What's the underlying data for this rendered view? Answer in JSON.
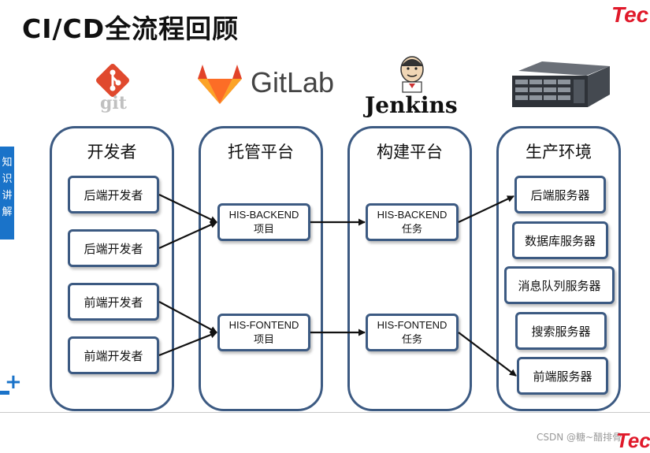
{
  "slide": {
    "title": "CI/CD全流程回顾",
    "brand": "Tec",
    "brand_bottom": "Tec",
    "side_tab_text": "知识讲解",
    "watermark": "CSDN @糖~醋排骨"
  },
  "logos": {
    "git": {
      "text": "git",
      "color": "#e0492e"
    },
    "gitlab": {
      "text": "GitLab",
      "color": "#e2432a"
    },
    "jenkins": {
      "text": "Jenkins"
    },
    "server": {
      "icon": "rack-server-icon"
    }
  },
  "columns": [
    {
      "title": "开发者"
    },
    {
      "title": "托管平台"
    },
    {
      "title": "构建平台"
    },
    {
      "title": "生产环境"
    }
  ],
  "developers": [
    "后端开发者",
    "后端开发者",
    "前端开发者",
    "前端开发者"
  ],
  "projects": [
    {
      "line1": "HIS-BACKEND",
      "line2": "项目"
    },
    {
      "line1": "HIS-FONTEND",
      "line2": "项目"
    }
  ],
  "tasks": [
    {
      "line1": "HIS-BACKEND",
      "line2": "任务"
    },
    {
      "line1": "HIS-FONTEND",
      "line2": "任务"
    }
  ],
  "servers": [
    "后端服务器",
    "数据库服务器",
    "消息队列服务器",
    "搜索服务器",
    "前端服务器"
  ],
  "colors": {
    "border": "#3c5a82",
    "accent": "#1a73c9",
    "brand": "#e0192a"
  }
}
